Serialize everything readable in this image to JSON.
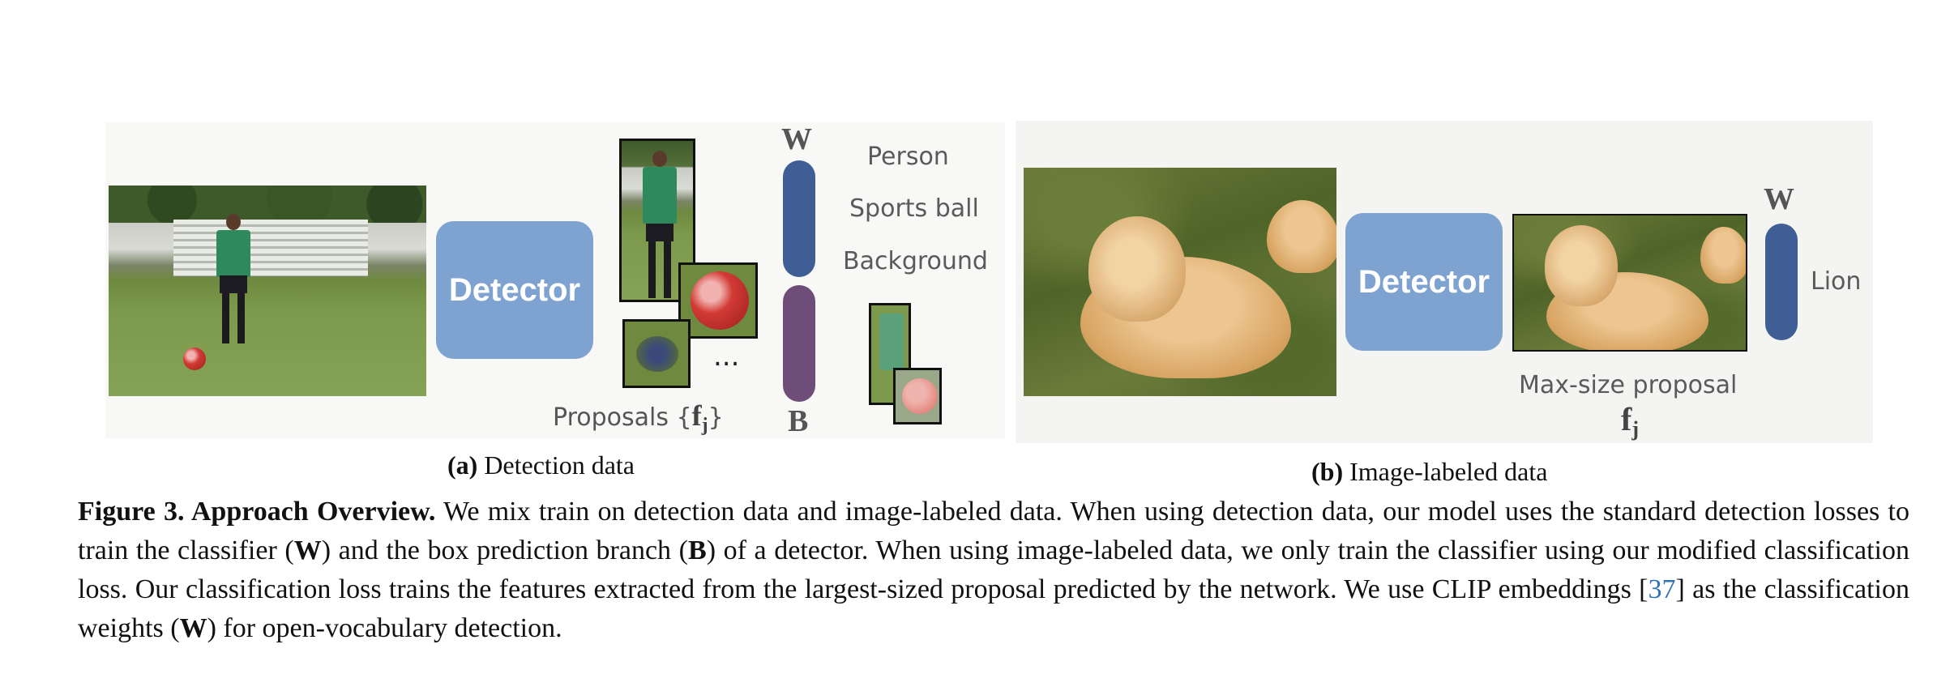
{
  "panel_a": {
    "detector_label": "Detector",
    "w_symbol": "W",
    "b_symbol": "B",
    "class_labels": [
      "Person",
      "Sports ball",
      "Background"
    ],
    "ellipsis": "...",
    "proposals_text": "Proposals {",
    "proposals_f": "f",
    "proposals_sub": "j",
    "proposals_close": "}",
    "subcaption_letter": "(a)",
    "subcaption_text": "Detection data",
    "colors": {
      "detector": "#7fa3d1",
      "w_bar": "#3f5e96",
      "b_bar": "#6e4e79"
    }
  },
  "panel_b": {
    "detector_label": "Detector",
    "w_symbol": "W",
    "class_label": "Lion",
    "proposal_text": "Max-size proposal",
    "proposal_f": "f",
    "proposal_sub": "j",
    "subcaption_letter": "(b)",
    "subcaption_text": "Image-labeled data"
  },
  "caption": {
    "figure_label": "Figure 3. Approach Overview.",
    "text_1": " We mix train on detection data and image-labeled data. When using detection data, our model uses the standard detection losses to train the classifier (",
    "w1": "W",
    "text_2": ") and the box prediction branch (",
    "b1": "B",
    "text_3": ") of a detector. When using image-labeled data, we only train the classifier using our modified classification loss. Our classification loss trains the features extracted from the largest-sized proposal predicted by the network. We use CLIP embeddings [",
    "ref": "37",
    "text_4": "] as the classification weights (",
    "w2": "W",
    "text_5": ") for open-vocabulary detection."
  }
}
